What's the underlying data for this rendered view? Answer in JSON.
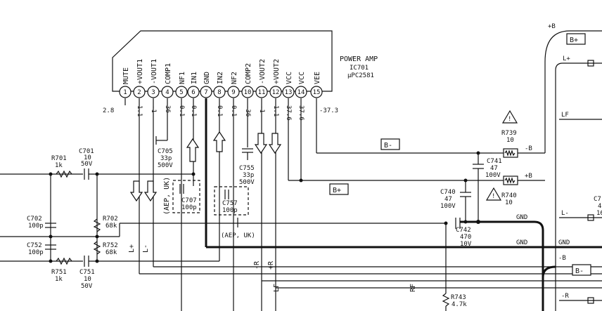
{
  "ic": {
    "title": "POWER AMP",
    "ref": "IC701",
    "part": "μPC2581",
    "pins": [
      {
        "num": "1",
        "name": "MUTE",
        "voltage": "2.8"
      },
      {
        "num": "2",
        "name": "+VOUT1",
        "voltage": "1.1"
      },
      {
        "num": "3",
        "name": "-VOUT1",
        "voltage": "-1"
      },
      {
        "num": "4",
        "name": "COMP1",
        "voltage": "36"
      },
      {
        "num": "5",
        "name": "NF1",
        "voltage": "0.1"
      },
      {
        "num": "6",
        "name": "IN1",
        "voltage": "0.1"
      },
      {
        "num": "7",
        "name": "GND",
        "voltage": ""
      },
      {
        "num": "8",
        "name": "IN2",
        "voltage": "0.1"
      },
      {
        "num": "9",
        "name": "NF2",
        "voltage": "0.1"
      },
      {
        "num": "10",
        "name": "COMP2",
        "voltage": "-36"
      },
      {
        "num": "11",
        "name": "-VOUT2",
        "voltage": "-1"
      },
      {
        "num": "12",
        "name": "+VOUT2",
        "voltage": "1.1"
      },
      {
        "num": "13",
        "name": "VCC",
        "voltage": "37.6"
      },
      {
        "num": "14",
        "name": "VCC",
        "voltage": "37.6"
      },
      {
        "num": "15",
        "name": "VEE",
        "voltage": "-37.3"
      }
    ]
  },
  "components": {
    "r701": [
      "R701",
      "1k"
    ],
    "c701": [
      "C701",
      "10",
      "50V"
    ],
    "c702": [
      "C702",
      "100p"
    ],
    "r702": [
      "R702",
      "68k"
    ],
    "c752": [
      "C752",
      "100p"
    ],
    "r752": [
      "R752",
      "68k"
    ],
    "r751": [
      "R751",
      "1k"
    ],
    "c751": [
      "C751",
      "10",
      "50V"
    ],
    "c705": [
      "C705",
      "33p",
      "500V"
    ],
    "c707": [
      "C707",
      "100p"
    ],
    "c755": [
      "C755",
      "33p",
      "500V"
    ],
    "c757": [
      "C757",
      "100p"
    ],
    "c741": [
      "C741",
      "47",
      "100V"
    ],
    "c740": [
      "C740",
      "47",
      "100V"
    ],
    "c742": [
      "C742",
      "470",
      "10V"
    ],
    "r739": [
      "R739",
      "10"
    ],
    "r740": [
      "R740",
      "10"
    ],
    "r743": [
      "R743",
      "4.7k"
    ],
    "c7x": [
      "C7",
      "4",
      "16"
    ]
  },
  "labels": {
    "aep_uk_1": "(AEP, UK)",
    "aep_uk_2": "(AEP, UK)",
    "b_plus_top": "+B",
    "b_plus_box": "B+",
    "b_minus_box": "B-",
    "b_plus_box2": "B+",
    "b_minus_box2": "B-",
    "minus_b_1": "-B",
    "plus_b_1": "+B",
    "minus_b_2": "-B",
    "gnd_1": "GND",
    "gnd_2": "GND",
    "gnd_3": "GND",
    "l_plus": "L+",
    "l_minus": "L-",
    "lf": "LF",
    "l_plus_r": "L+",
    "l_minus_r": "L-",
    "lf_r": "LF",
    "minus_r": "-R",
    "plus_r": "+R",
    "rf": "RF",
    "minus_r_r": "-R"
  }
}
